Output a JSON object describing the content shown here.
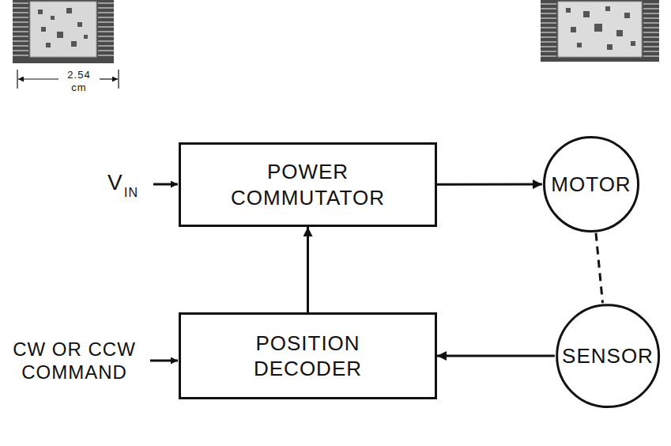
{
  "diagram": {
    "nodes": [
      {
        "text": [
          "POWER COMMUTATOR"
        ]
      },
      {
        "text": [
          "MOTOR"
        ]
      },
      {
        "text": [
          "POSITION DECODER"
        ]
      },
      {
        "text": [
          "SENSOR"
        ]
      }
    ],
    "edges": [
      {
        "from": 0,
        "to": 1,
        "arrow": "to"
      },
      {
        "from": 2,
        "to": 0,
        "arrow": "to"
      },
      {
        "from": 3,
        "to": 2,
        "arrow": "to"
      },
      {
        "from": 1,
        "to": 3,
        "arrow": "none"
      }
    ],
    "labels": [
      "2.54 cm",
      "V",
      "IN",
      "CW OR CCW COMMAND"
    ]
  }
}
